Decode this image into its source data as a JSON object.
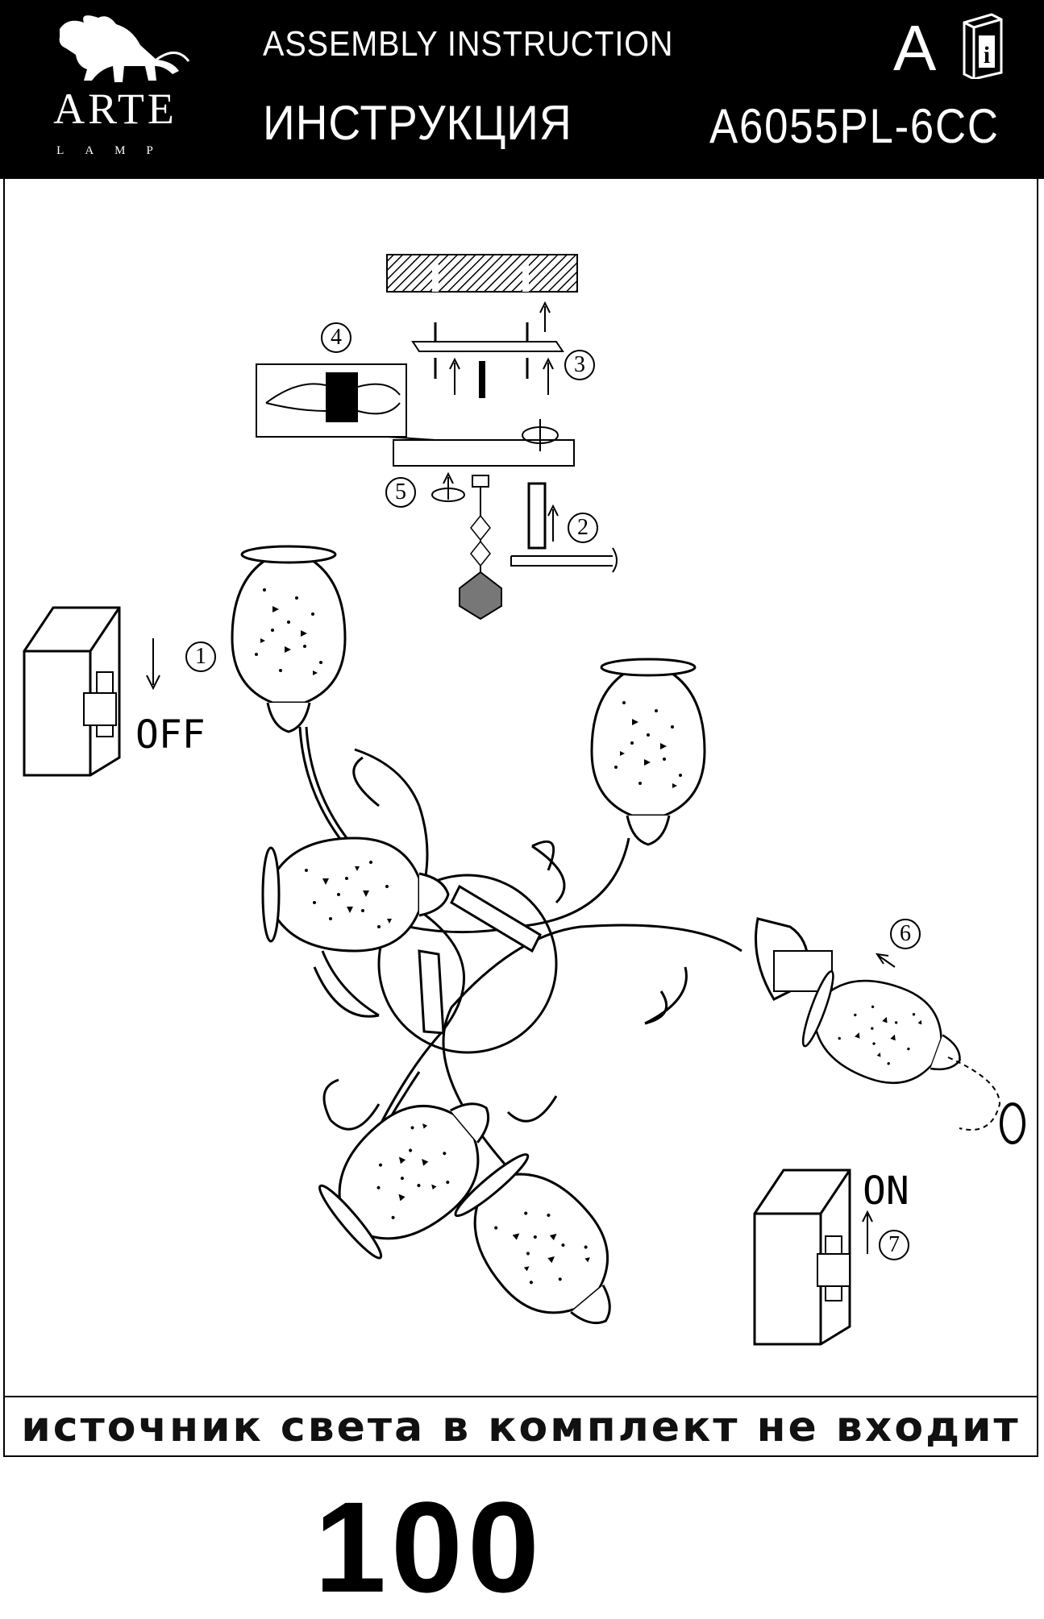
{
  "header": {
    "brand_name": "ARTE",
    "brand_sub": "LAMP",
    "title_en": "ASSEMBLY INSTRUCTION",
    "title_ru": "ИНСТРУКЦИЯ",
    "letter": "A",
    "model": "A6055PL-6CC",
    "icons": [
      "lion-logo-icon",
      "info-book-icon"
    ]
  },
  "diagram": {
    "switch_off_label": "OFF",
    "switch_on_label": "ON",
    "steps": [
      "1",
      "2",
      "3",
      "4",
      "5",
      "6",
      "7"
    ]
  },
  "footer": {
    "notice": "источник света в комплект не входит",
    "page_number": "100"
  }
}
